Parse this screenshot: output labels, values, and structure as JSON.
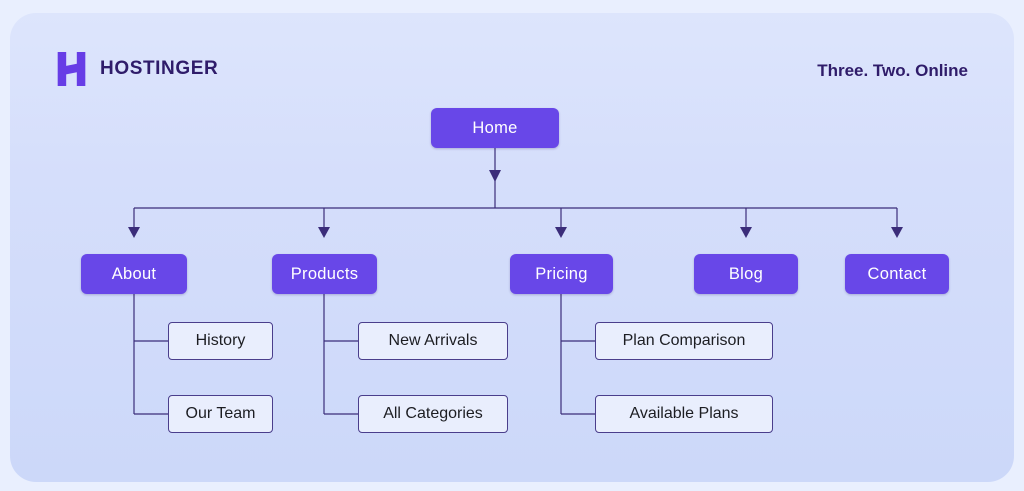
{
  "header": {
    "brand": "HOSTINGER",
    "tagline": "Three. Two. Online"
  },
  "colors": {
    "accent_purple": "#6847e8",
    "brand_logo_purple": "#673de6",
    "dark_heading_text": "#2f1c6a",
    "connector_line": "#3b2d7a",
    "leaf_box_background": "#e9eefd",
    "leaf_box_border": "#4a3e8c",
    "leaf_text": "#1c1d22",
    "page_background": "#d5defb"
  },
  "sitemap": {
    "root": {
      "label": "Home"
    },
    "branches": [
      {
        "label": "About",
        "children": [
          "History",
          "Our Team"
        ]
      },
      {
        "label": "Products",
        "children": [
          "New Arrivals",
          "All Categories"
        ]
      },
      {
        "label": "Pricing",
        "children": [
          "Plan Comparison",
          "Available Plans"
        ]
      },
      {
        "label": "Blog",
        "children": []
      },
      {
        "label": "Contact",
        "children": []
      }
    ]
  }
}
